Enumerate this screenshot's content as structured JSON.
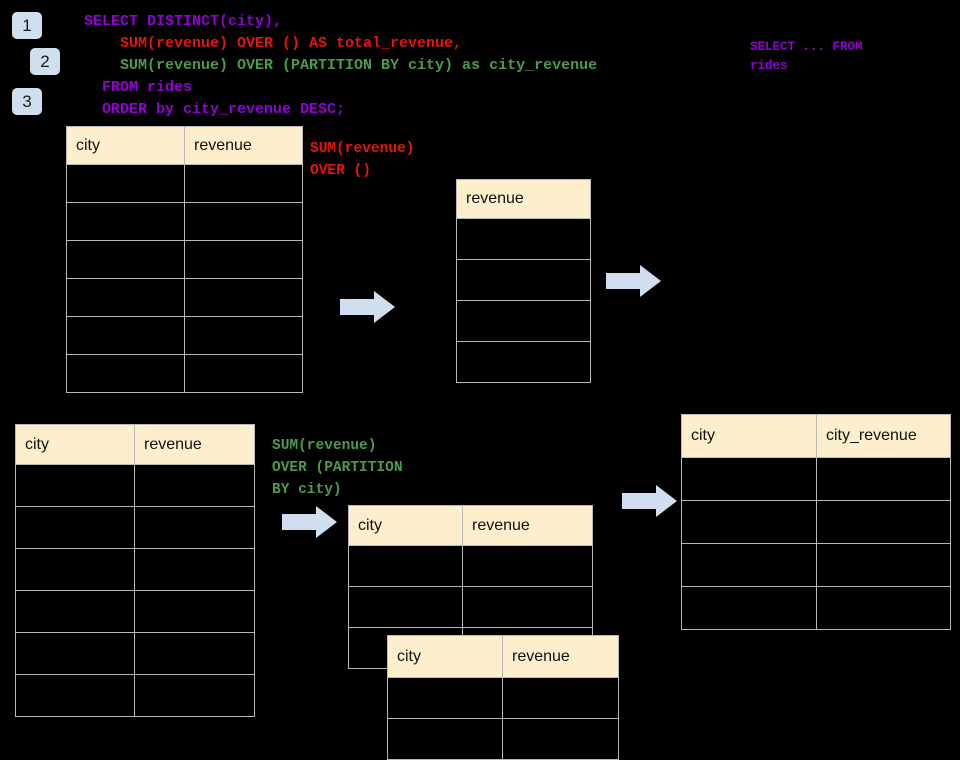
{
  "diagram": {
    "title": "SQL window function query flow",
    "background_color": "#000000",
    "header_fill": "#fdeecc",
    "grid_line_color": "#b9b9b9",
    "arrow_color": "#cfdff0",
    "badge_color": "#cfdff0"
  },
  "badges": [
    {
      "label": "1"
    },
    {
      "label": "2"
    },
    {
      "label": "3"
    }
  ],
  "sql": {
    "line1": "SELECT DISTINCT(city),",
    "line2": "    SUM(revenue) OVER () AS total_revenue,",
    "line3": "    SUM(revenue) OVER (PARTITION BY city) as city_revenue",
    "line4": "  FROM rides",
    "line5": "  ORDER by city_revenue DESC;",
    "colors": {
      "line1": "#9400d3",
      "line2": "#e8130a",
      "line3": "#4c9a4c",
      "line4": "#9400d3",
      "line5": "#9400d3"
    }
  },
  "side_note": {
    "line1": "SELECT ... FROM",
    "line2": "rides",
    "color": "#9400d3"
  },
  "annotations": [
    {
      "id": "anno-total-revenue",
      "line1": "SUM(revenue)",
      "line2": "OVER ()",
      "line3": "",
      "color": "#e8130a"
    },
    {
      "id": "anno-city-revenue",
      "line1": "SUM(revenue)",
      "line2": "OVER (PARTITION",
      "line3": "BY city)",
      "color": "#4c9a4c"
    }
  ],
  "tables": {
    "source_top": {
      "name": "source-table-top",
      "headers": [
        "city",
        "revenue"
      ],
      "row_count": 6,
      "rows": [
        [
          "",
          ""
        ],
        [
          "",
          ""
        ],
        [
          "",
          ""
        ],
        [
          "",
          ""
        ],
        [
          "",
          ""
        ],
        [
          "",
          ""
        ]
      ]
    },
    "total_revenue": {
      "name": "total-revenue-table",
      "headers": [
        "revenue"
      ],
      "row_count": 4,
      "rows": [
        [
          ""
        ],
        [
          ""
        ],
        [
          ""
        ],
        [
          ""
        ]
      ]
    },
    "source_bottom": {
      "name": "source-table-bottom",
      "headers": [
        "city",
        "revenue"
      ],
      "row_count": 6,
      "rows": [
        [
          "",
          ""
        ],
        [
          "",
          ""
        ],
        [
          "",
          ""
        ],
        [
          "",
          ""
        ],
        [
          "",
          ""
        ],
        [
          "",
          ""
        ]
      ]
    },
    "partition_back": {
      "name": "partition-table-back",
      "headers": [
        "city",
        "revenue"
      ],
      "row_count": 3,
      "rows": [
        [
          "",
          ""
        ],
        [
          "",
          ""
        ],
        [
          "",
          ""
        ]
      ]
    },
    "partition_front": {
      "name": "partition-table-front",
      "headers": [
        "city",
        "revenue"
      ],
      "row_count": 2,
      "rows": [
        [
          "",
          ""
        ],
        [
          "",
          ""
        ]
      ]
    },
    "result": {
      "name": "result-table",
      "headers": [
        "city",
        "city_revenue"
      ],
      "row_count": 4,
      "rows": [
        [
          "",
          ""
        ],
        [
          "",
          ""
        ],
        [
          "",
          ""
        ],
        [
          "",
          ""
        ]
      ]
    }
  },
  "arrows": [
    {
      "id": "arrow-top-left",
      "direction": "right"
    },
    {
      "id": "arrow-top-right",
      "direction": "right"
    },
    {
      "id": "arrow-bottom-left",
      "direction": "right"
    },
    {
      "id": "arrow-bottom-right",
      "direction": "right"
    }
  ]
}
